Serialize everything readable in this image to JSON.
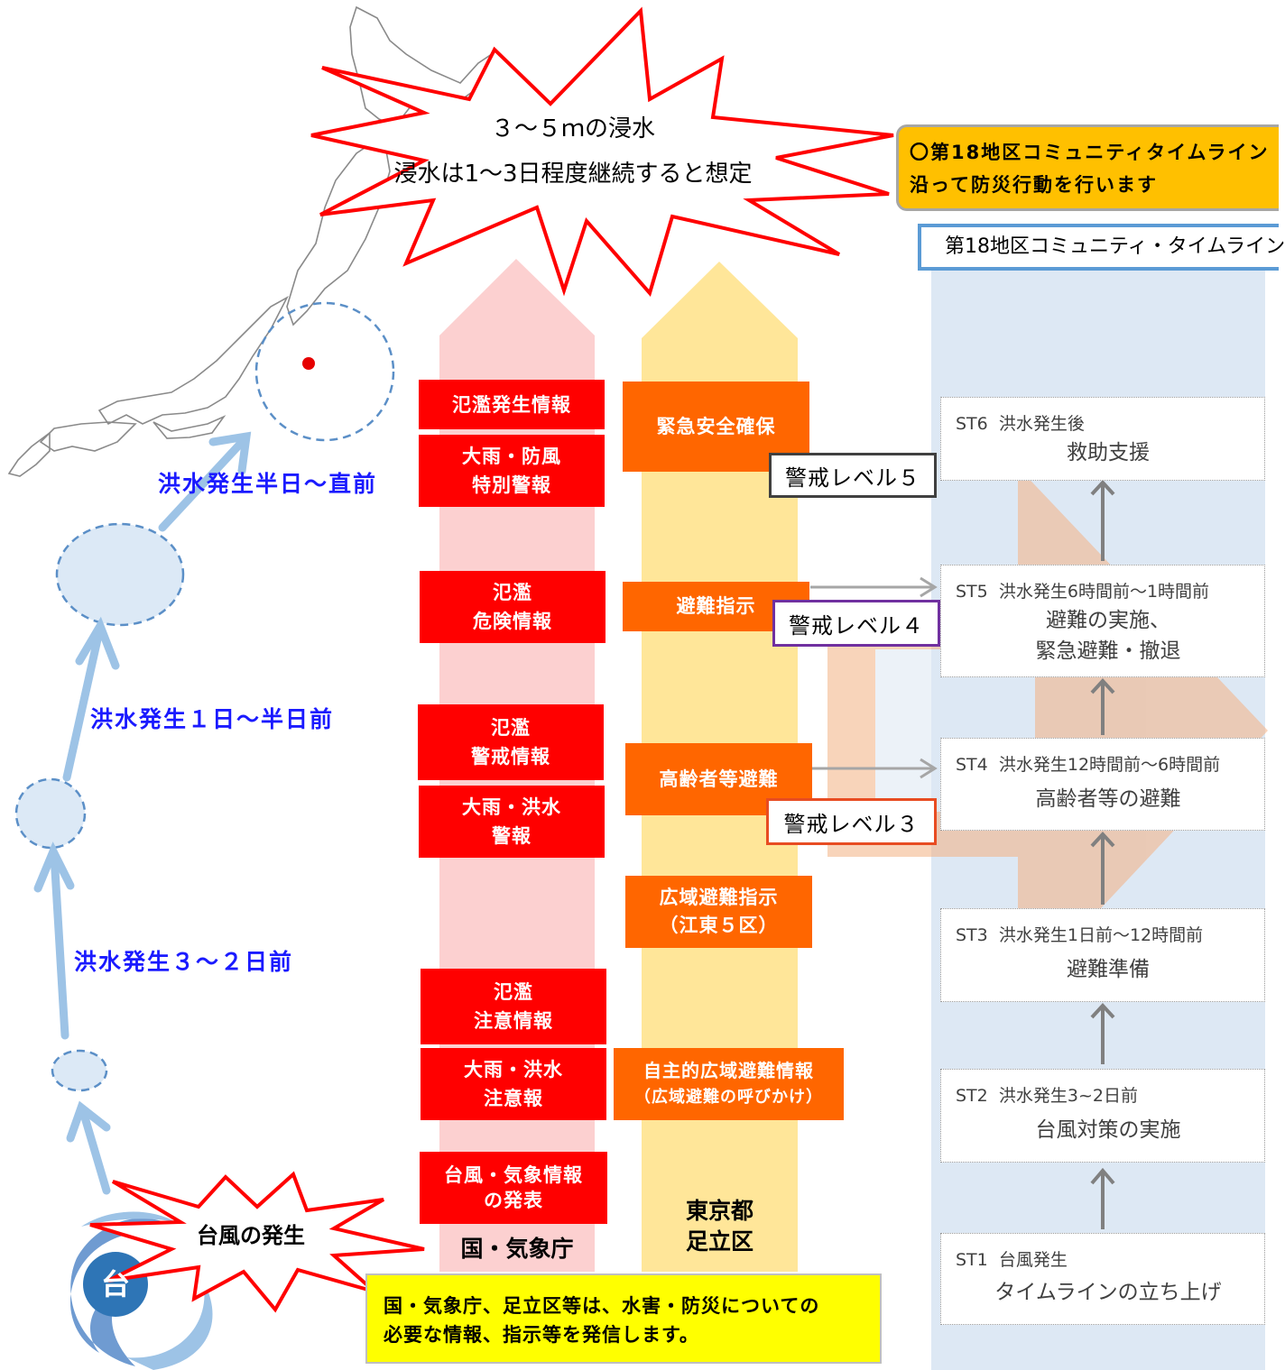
{
  "burst": {
    "line1": "３～５ｍの浸水",
    "line2": "浸水は1～3日程度継続すると想定"
  },
  "community_note": {
    "line1": "〇第18地区コミュニティタイムライン",
    "line2": "沿って防災行動を行います"
  },
  "timeline_title": "第18地区コミュニティ・タイムライン",
  "phase_labels": {
    "half_day": "洪水発生半日～直前",
    "one_day": "洪水発生１日～半日前",
    "three_days": "洪水発生３～２日前"
  },
  "typhoon": {
    "symbol": "台",
    "burst_label": "台風の発生"
  },
  "national": {
    "column_label": "国・気象庁",
    "boxes": [
      {
        "line1": "氾濫発生情報",
        "line2": ""
      },
      {
        "line1": "大雨・防風",
        "line2": "特別警報"
      },
      {
        "line1": "氾濫",
        "line2": "危険情報"
      },
      {
        "line1": "氾濫",
        "line2": "警戒情報"
      },
      {
        "line1": "大雨・洪水",
        "line2": "警報"
      },
      {
        "line1": "氾濫",
        "line2": "注意情報"
      },
      {
        "line1": "大雨・洪水",
        "line2": "注意報"
      },
      {
        "line1": "台風・気象情報",
        "line2": "の発表"
      }
    ]
  },
  "tokyo": {
    "column_label_1": "東京都",
    "column_label_2": "足立区",
    "boxes": [
      {
        "line1": "緊急安全確保",
        "line2": ""
      },
      {
        "line1": "避難指示",
        "line2": ""
      },
      {
        "line1": "高齢者等避難",
        "line2": ""
      },
      {
        "line1": "広域避難指示",
        "line2": "（江東５区）"
      },
      {
        "line1": "自主的広域避難情報",
        "line2": "（広域避難の呼びかけ）"
      }
    ]
  },
  "levels": {
    "level5": "警戒レベル５",
    "level4": "警戒レベル４",
    "level3": "警戒レベル３"
  },
  "colors": {
    "level5_border": "#404040",
    "level4_border": "#7030a0",
    "level3_border": "#e84c22",
    "national_column": "#fcd0d0",
    "tokyo_column": "#ffe699",
    "timeline_panel": "#dde8f4"
  },
  "stages": [
    {
      "code": "ST6",
      "timing": "洪水発生後",
      "action1": "救助支援",
      "action2": ""
    },
    {
      "code": "ST5",
      "timing": "洪水発生6時間前～1時間前",
      "action1": "避難の実施、",
      "action2": "緊急避難・撤退"
    },
    {
      "code": "ST4",
      "timing": "洪水発生12時間前～6時間前",
      "action1": "高齢者等の避難",
      "action2": ""
    },
    {
      "code": "ST3",
      "timing": "洪水発生1日前～12時間前",
      "action1": "避難準備",
      "action2": ""
    },
    {
      "code": "ST2",
      "timing": "洪水発生3~2日前",
      "action1": "台風対策の実施",
      "action2": ""
    },
    {
      "code": "ST1",
      "timing": "台風発生",
      "action1": "タイムラインの立ち上げ",
      "action2": ""
    }
  ],
  "footer_note": {
    "line1": "国・気象庁、足立区等は、水害・防災についての",
    "line2": "必要な情報、指示等を発信します。"
  }
}
